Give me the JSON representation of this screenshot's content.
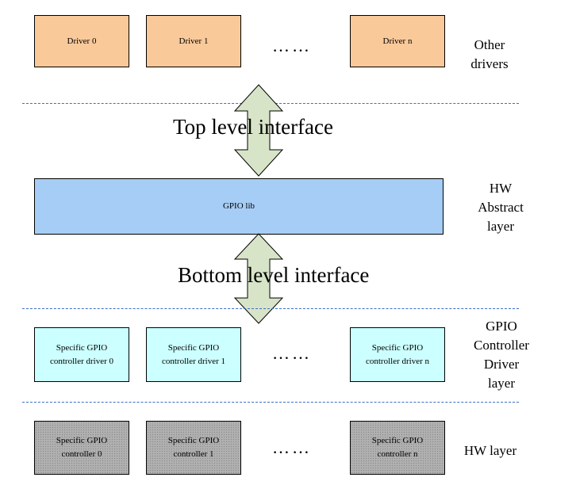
{
  "other_drivers": {
    "boxes": [
      "Driver 0",
      "Driver 1",
      "Driver n"
    ],
    "ellipsis": "……",
    "side_label": "Other\ndrivers"
  },
  "top_interface": {
    "label": "Top level interface"
  },
  "hw_abstract": {
    "box": "GPIO lib",
    "side_label": "HW\nAbstract\nlayer"
  },
  "bottom_interface": {
    "label": "Bottom level interface"
  },
  "controller_drivers": {
    "boxes": [
      "Specific GPIO\ncontroller driver 0",
      "Specific GPIO\ncontroller driver 1",
      "Specific GPIO\ncontroller driver n"
    ],
    "ellipsis": "……",
    "side_label": "GPIO\nController\nDriver\nlayer"
  },
  "hw_layer": {
    "boxes": [
      "Specific GPIO\ncontroller 0",
      "Specific GPIO\ncontroller 1",
      "Specific GPIO\ncontroller n"
    ],
    "ellipsis": "……",
    "side_label": "HW layer"
  },
  "colors": {
    "driver_fill": "#f9c99a",
    "lib_fill": "#a6cdf5",
    "controller_driver_fill": "#ccffff",
    "hw_fill": "#b0b0b0",
    "arrow_fill": "#d8e4c8",
    "divider": "#3a6fc4"
  }
}
